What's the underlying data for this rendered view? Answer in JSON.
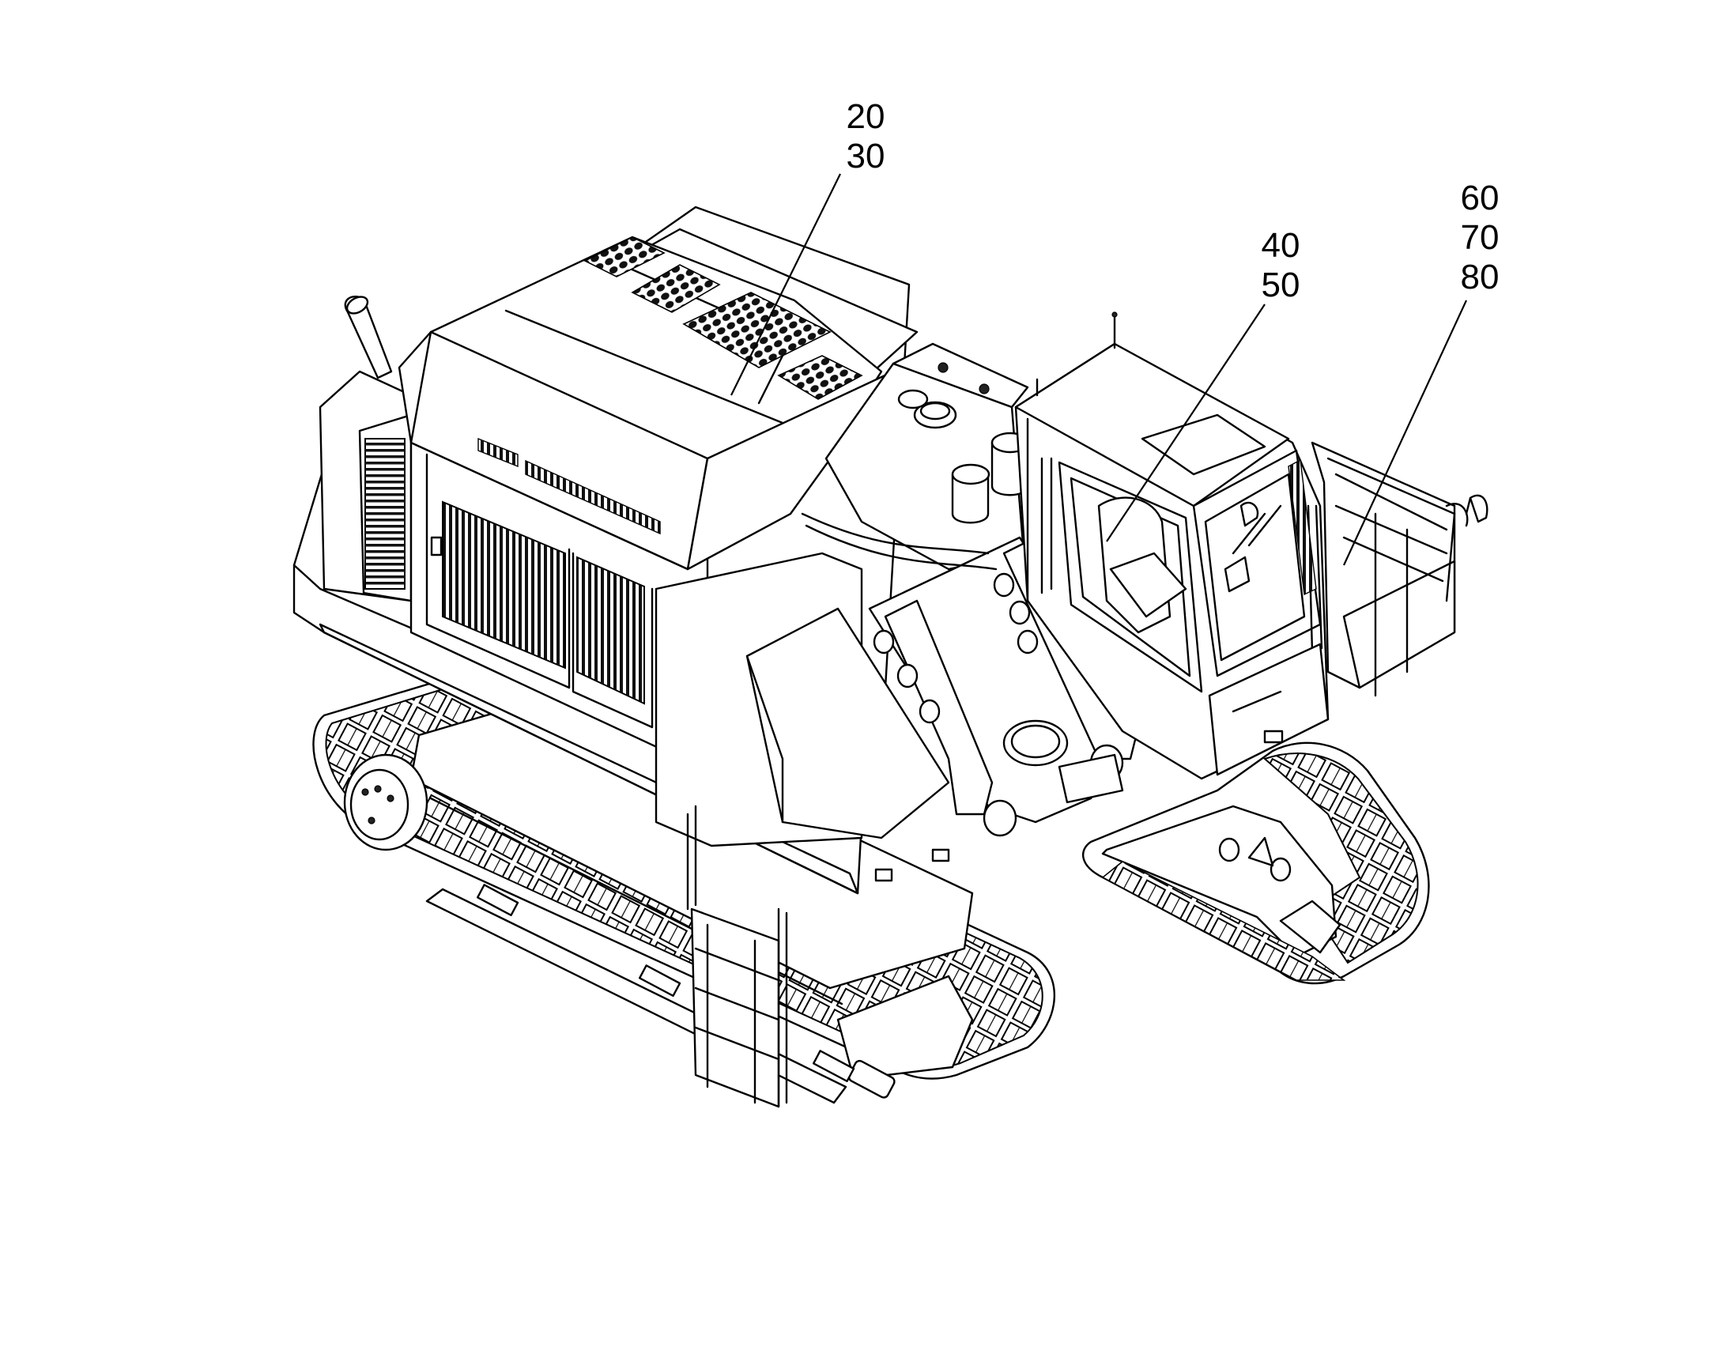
{
  "callouts": [
    {
      "id": "a",
      "lines": [
        "20",
        "30"
      ]
    },
    {
      "id": "b",
      "lines": [
        "40",
        "50"
      ]
    },
    {
      "id": "c",
      "lines": [
        "60",
        "70",
        "80"
      ]
    }
  ]
}
